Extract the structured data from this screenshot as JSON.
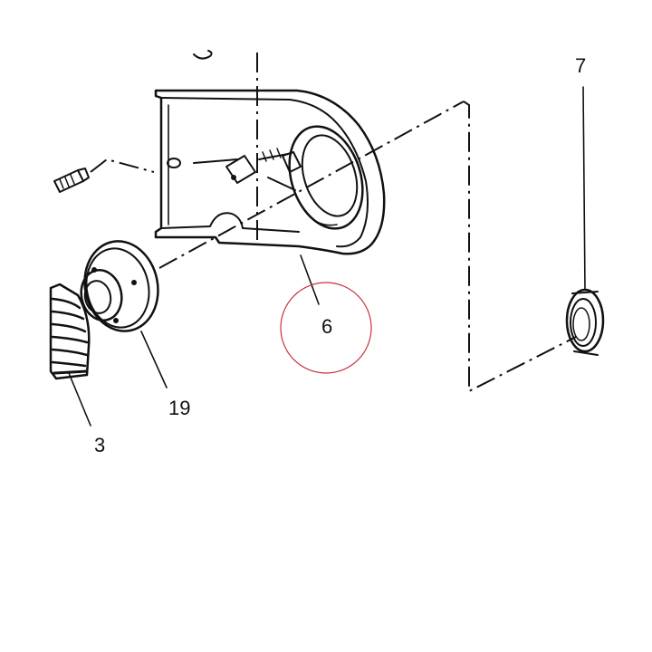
{
  "callouts": {
    "part_3": "3",
    "part_6": "6",
    "part_7": "7",
    "part_19": "19"
  },
  "highlight_color": "#c8323c"
}
